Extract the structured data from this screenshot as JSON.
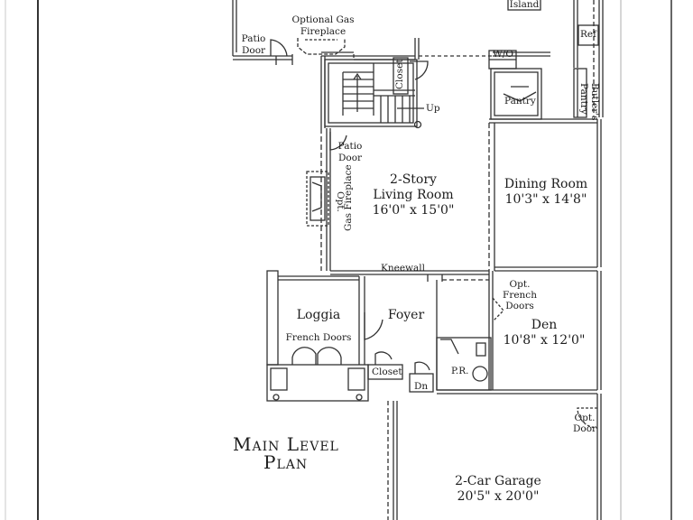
{
  "labels": {
    "island": "Island",
    "ref": "Ref",
    "optional_gas_fireplace_line1": "Optional Gas",
    "optional_gas_fireplace_line2": "Fireplace",
    "patio_door_top_line1": "Patio",
    "patio_door_top_line2": "Door",
    "wo": "W/O",
    "closet_stair": "Closet",
    "up": "Up",
    "pantry": "Pantry",
    "butlers": "Butler's",
    "pantry_vertical": "Pantry",
    "patio_door_mid_line1": "Patio",
    "patio_door_mid_line2": "Door",
    "opt_gas_fireplace_line1": "Opt.",
    "opt_gas_fireplace_line2": "Gas Fireplace",
    "dining_room_name": "Dining Room",
    "dining_room_dims": "10'3\" x 14'8\"",
    "living_room_line1": "2-Story",
    "living_room_line2": "Living Room",
    "living_room_dims": "16'0\" x 15'0\"",
    "kneewall": "Kneewall",
    "opt_french_doors_line1": "Opt.",
    "opt_french_doors_line2": "French",
    "opt_french_doors_line3": "Doors",
    "loggia": "Loggia",
    "foyer": "Foyer",
    "den_name": "Den",
    "den_dims": "10'8\" x 12'0\"",
    "french_doors": "French Doors",
    "pr": "P.R.",
    "closet_foyer": "Closet",
    "dn": "Dn",
    "opt_door_line1": "Opt.",
    "opt_door_line2": "Door",
    "title_line1": "Main Level",
    "title_line2": "Plan",
    "garage_name": "2-Car Garage",
    "garage_dims": "20'5\" x 20'0\""
  }
}
